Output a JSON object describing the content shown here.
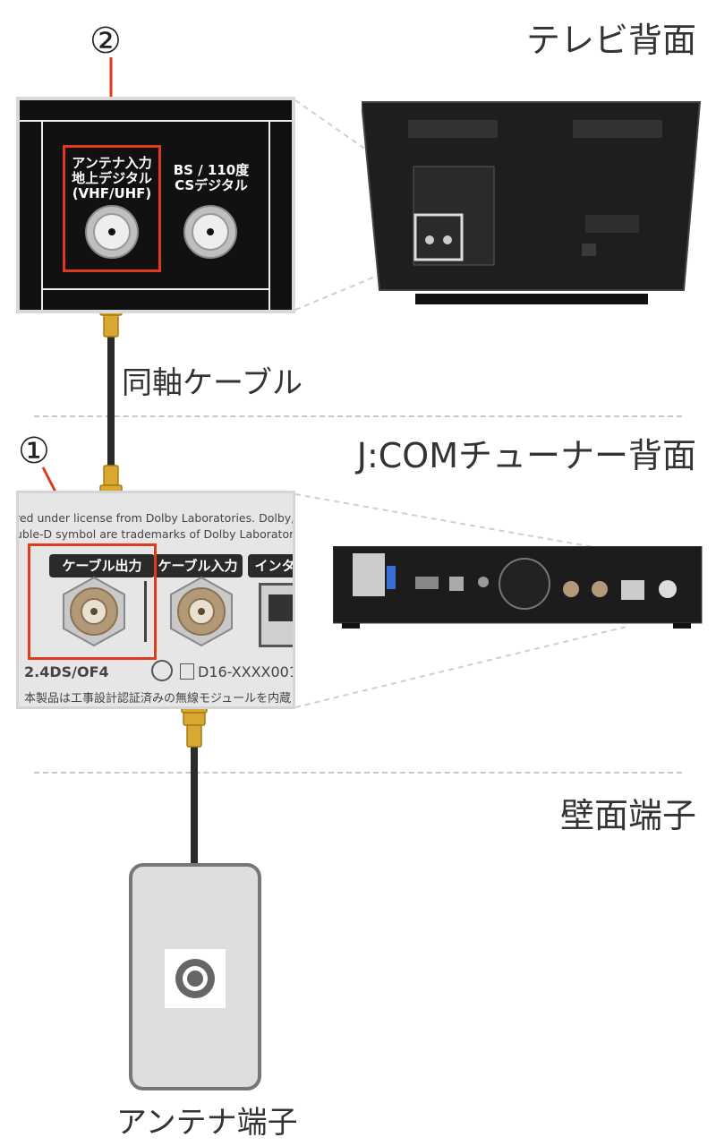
{
  "sections": {
    "tv": "テレビ背面",
    "tuner": "J:COMチューナー背面",
    "wall": "壁面端子"
  },
  "markers": {
    "step1": "①",
    "step2": "②"
  },
  "tv_panel": {
    "antenna_label_1": "アンテナ入力",
    "antenna_label_2": "地上デジタル",
    "antenna_label_3": "(VHF/UHF)",
    "bs_label_1": "BS / 110度",
    "bs_label_2": "CSデジタル"
  },
  "cable_label": "同軸ケーブル",
  "tuner_panel": {
    "fine_print_1": "red under license from Dolby Laboratories. Dolby, Dolb",
    "fine_print_2": "uble-D symbol are trademarks of Dolby Laboratories.",
    "cable_out": "ケーブル出力",
    "cable_in": "ケーブル入力",
    "internet": "インタ",
    "model_code": "2.4DS/OF4",
    "cert_code": "D16-XXXX001",
    "bottom_note": "本製品は工事設計認証済みの無線モジュールを内蔵し"
  },
  "wall_label": "アンテナ端子",
  "colors": {
    "highlight": "#e03a1e",
    "cable": "#2b2b2b",
    "gold": "#d9a830"
  }
}
